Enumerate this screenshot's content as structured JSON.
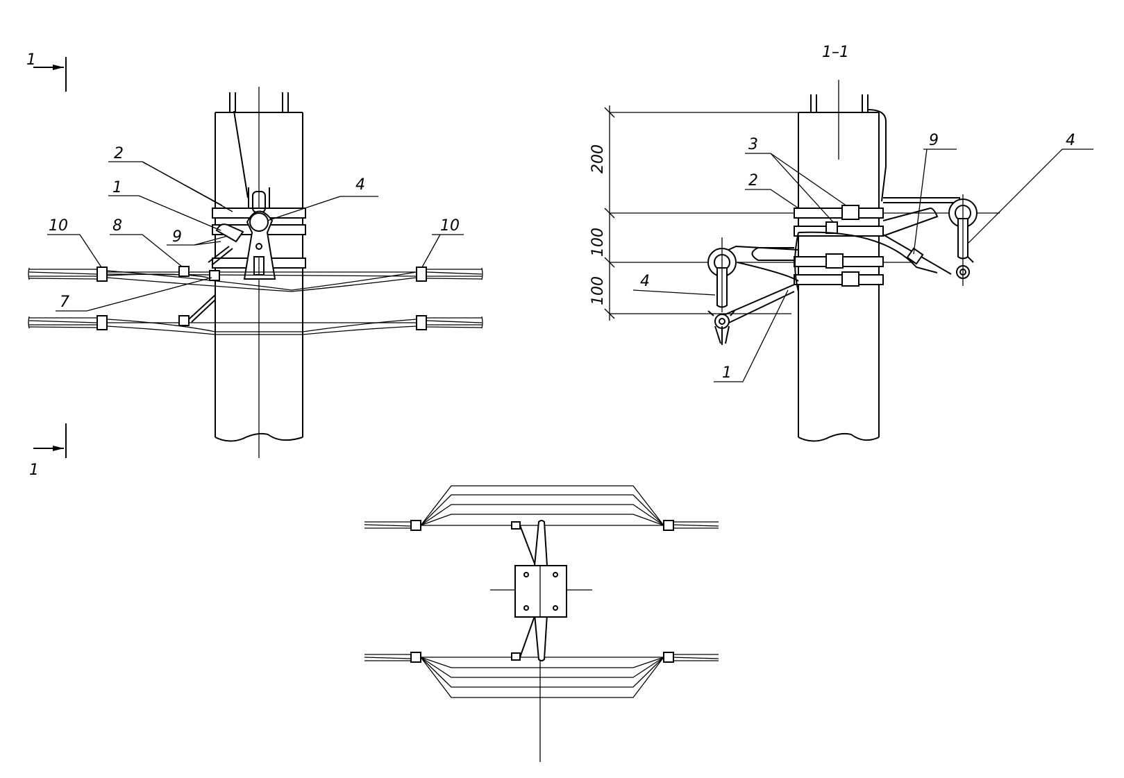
{
  "section_marks": {
    "top": "1",
    "bottom": "1"
  },
  "section_title": "1–1",
  "front_view": {
    "callouts": {
      "c2": "2",
      "c1": "1",
      "c4": "4",
      "c9": "9",
      "c10_left": "10",
      "c8": "8",
      "c10_right": "10",
      "c7": "7"
    }
  },
  "section_view": {
    "callouts": {
      "c3": "3",
      "c9": "9",
      "c4_right": "4",
      "c2": "2",
      "c4_left": "4",
      "c1": "1"
    },
    "dimensions": {
      "d1": "200",
      "d2": "100",
      "d3": "100"
    }
  }
}
